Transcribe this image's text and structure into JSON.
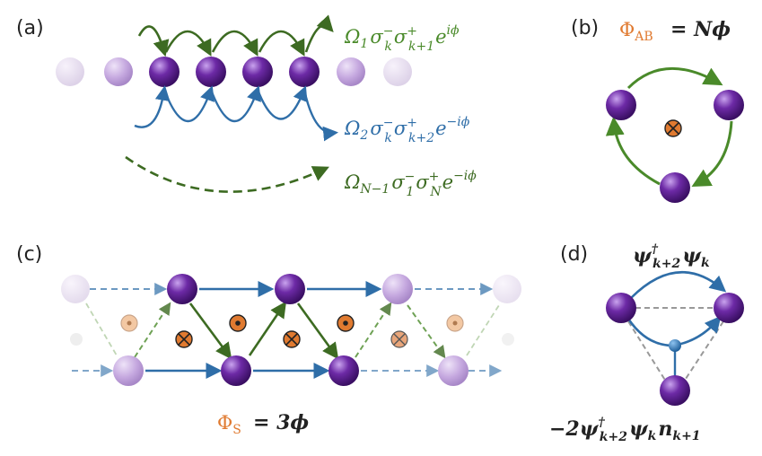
{
  "panels": {
    "a": {
      "label": "(a)",
      "term1": {
        "coef": "Ω",
        "sub": "1",
        "op1": "σ",
        "s1sup": "−",
        "s1sub": "k",
        "op2": "σ",
        "s2sup": "+",
        "s2sub": "k+1",
        "exp": "e",
        "expsup": "iϕ"
      },
      "term2": {
        "coef": "Ω",
        "sub": "2",
        "op1": "σ",
        "s1sup": "−",
        "s1sub": "k",
        "op2": "σ",
        "s2sup": "+",
        "s2sub": "k+2",
        "exp": "e",
        "expsup": "−iϕ"
      },
      "term3": {
        "coef": "Ω",
        "sub": "N−1",
        "op1": "σ",
        "s1sup": "−",
        "s1sub": "1",
        "op2": "σ",
        "s2sup": "+",
        "s2sub": "N",
        "exp": "e",
        "expsup": "−iϕ"
      }
    },
    "b": {
      "label": "(b)",
      "phi": "Φ",
      "phi_sub": "AB",
      "equals": "= Nϕ"
    },
    "c": {
      "label": "(c)",
      "phi": "Φ",
      "phi_sub": "S",
      "equals": "= 3ϕ"
    },
    "d": {
      "label": "(d)",
      "top_psi": "ψ",
      "top_sup": "†",
      "top_sub": "k+2",
      "top_psi2": "ψ",
      "top_sub2": "k",
      "bot_prefix": "−2ψ",
      "bot_sup": "†",
      "bot_sub": "k+2",
      "bot_psi2": "ψ",
      "bot_sub2": "k",
      "bot_n": "n",
      "bot_sub3": "k+1"
    }
  },
  "colors": {
    "green": "#4a8a2a",
    "light_green": "#5fa33a",
    "blue": "#2f6ea8",
    "orange": "#e07a30",
    "purple": "#5b1f8f",
    "text": "#222222"
  }
}
